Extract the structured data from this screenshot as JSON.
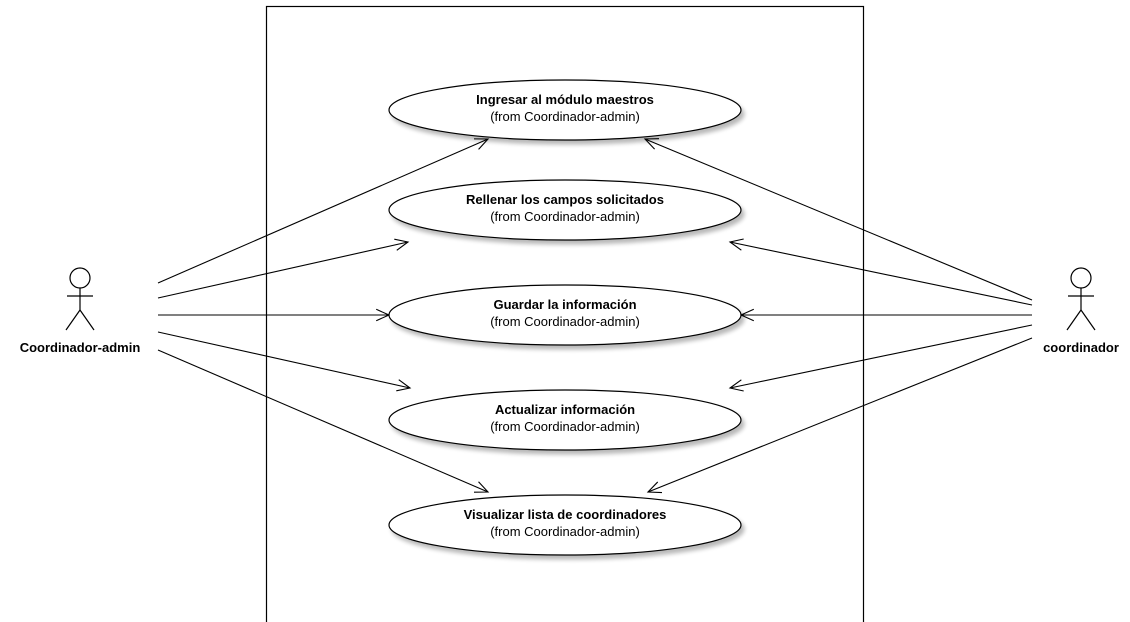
{
  "diagram": {
    "type": "use-case",
    "actors": [
      {
        "id": "left",
        "label": "Coordinador-admin"
      },
      {
        "id": "right",
        "label": "coordinador"
      }
    ],
    "use_cases": [
      {
        "name": "Ingresar al módulo maestros",
        "from": "(from Coordinador-admin)"
      },
      {
        "name": "Rellenar los campos solicitados",
        "from": "(from Coordinador-admin)"
      },
      {
        "name": "Guardar la información",
        "from": "(from Coordinador-admin)"
      },
      {
        "name": "Actualizar información",
        "from": "(from Coordinador-admin)"
      },
      {
        "name": "Visualizar lista de coordinadores",
        "from": "(from Coordinador-admin)"
      }
    ],
    "associations": [
      {
        "actor": "left",
        "use_case": 0
      },
      {
        "actor": "left",
        "use_case": 1
      },
      {
        "actor": "left",
        "use_case": 2
      },
      {
        "actor": "left",
        "use_case": 3
      },
      {
        "actor": "left",
        "use_case": 4
      },
      {
        "actor": "right",
        "use_case": 0
      },
      {
        "actor": "right",
        "use_case": 1
      },
      {
        "actor": "right",
        "use_case": 2
      },
      {
        "actor": "right",
        "use_case": 3
      },
      {
        "actor": "right",
        "use_case": 4
      }
    ]
  }
}
